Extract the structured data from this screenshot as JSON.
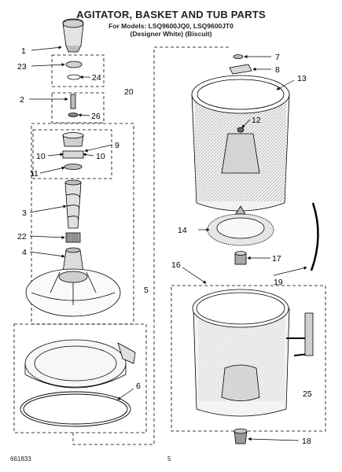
{
  "header": {
    "title": "AGITATOR, BASKET AND TUB PARTS",
    "models": "For Models: LSQ9600JQ0, LSQ9600JT0",
    "variant": "(Designer White)   (Biscuit)"
  },
  "footer": {
    "code": "661833",
    "page": "5"
  },
  "callouts": [
    "1",
    "23",
    "24",
    "2",
    "26",
    "20",
    "9",
    "10",
    "10",
    "11",
    "3",
    "22",
    "4",
    "5",
    "6",
    "7",
    "8",
    "13",
    "12",
    "14",
    "17",
    "16",
    "19",
    "25",
    "18"
  ]
}
